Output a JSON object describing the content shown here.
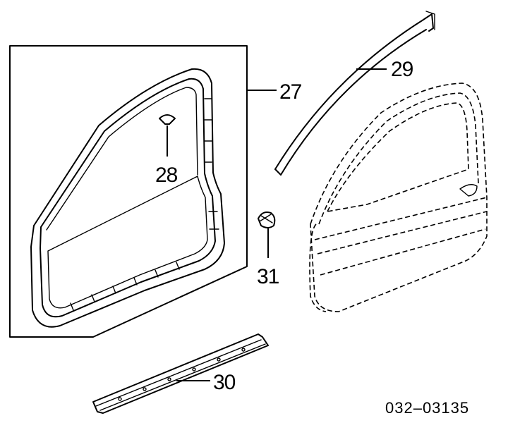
{
  "callouts": {
    "c27": "27",
    "c28": "28",
    "c29": "29",
    "c30": "30",
    "c31": "31"
  },
  "catalog_code": "032–03135",
  "colors": {
    "ink": "#000000",
    "paper": "#ffffff"
  }
}
